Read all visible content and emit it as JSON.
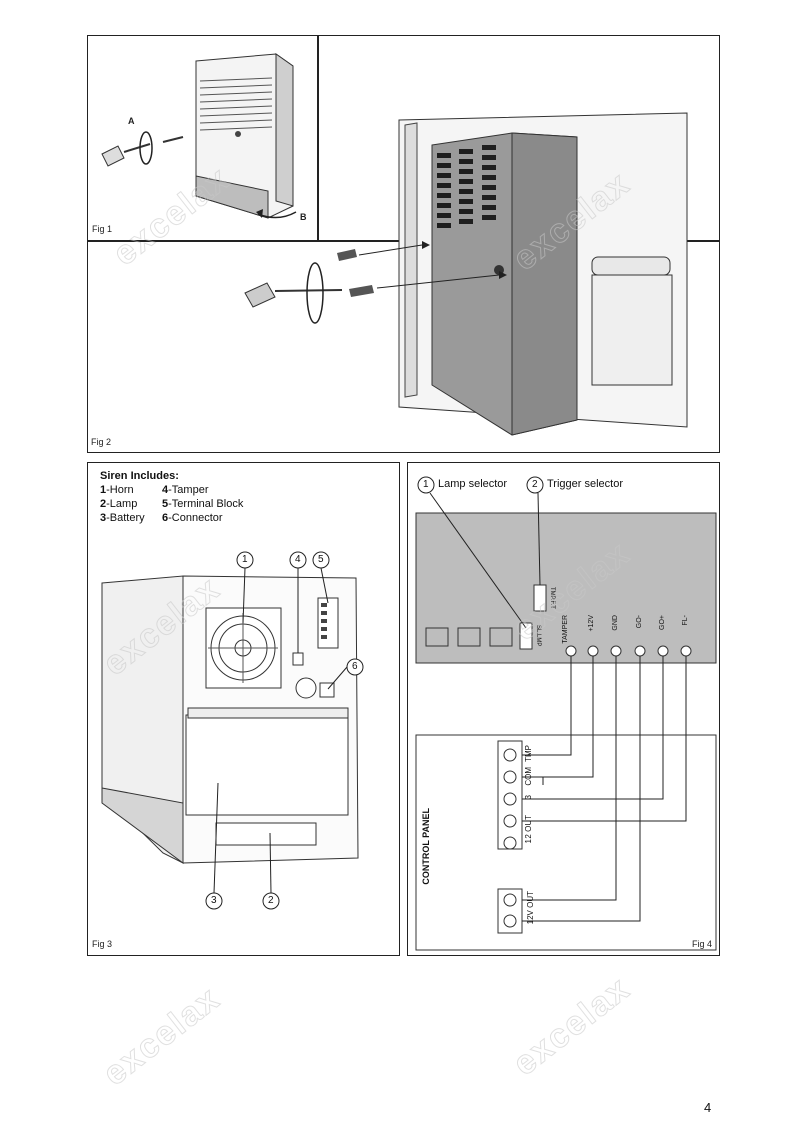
{
  "watermark": "excelax",
  "page_number": "4",
  "fig1": {
    "label": "Fig 1",
    "callout_a": "A",
    "callout_b": "B"
  },
  "fig2": {
    "label": "Fig 2"
  },
  "fig3": {
    "label": "Fig 3",
    "includes_title": "Siren Includes:",
    "items": [
      {
        "num": "1",
        "name": "Horn"
      },
      {
        "num": "2",
        "name": "Lamp"
      },
      {
        "num": "3",
        "name": "Battery"
      },
      {
        "num": "4",
        "name": "Tamper"
      },
      {
        "num": "5",
        "name": "Terminal Block"
      },
      {
        "num": "6",
        "name": "Connector"
      }
    ],
    "callouts": [
      "1",
      "2",
      "3",
      "4",
      "5",
      "6"
    ]
  },
  "fig4": {
    "label": "Fig 4",
    "lamp_selector": {
      "num": "1",
      "text": "Lamp selector"
    },
    "trigger_selector": {
      "num": "2",
      "text": "Trigger selector"
    },
    "jumper_tmp": "TMP.F.T",
    "jumper_lamp": "SL.LMP",
    "terminals": [
      "TAMPER",
      "+12V",
      "GND",
      "GO-",
      "GO+",
      "FL-"
    ],
    "control_panel_title": "CONTROL PANEL",
    "panel_terminals_top": [
      "TMP",
      "COM",
      "3",
      "2 OUT",
      "1"
    ],
    "panel_terminals_bottom": "12V OUT"
  }
}
